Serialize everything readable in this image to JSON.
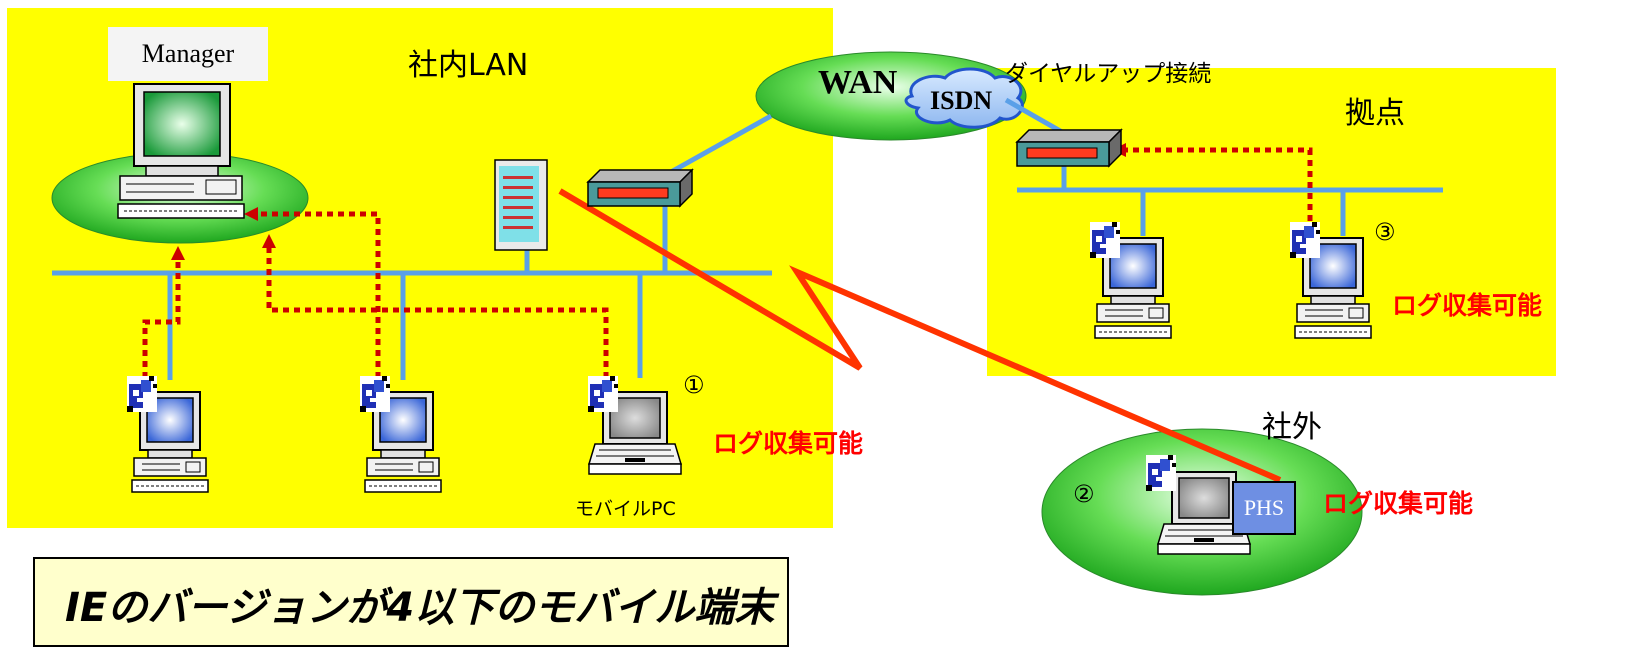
{
  "labels": {
    "lan": "社内LAN",
    "manager": "Manager",
    "wan": "WAN",
    "isdn": "ISDN",
    "dialup": "ダイヤルアップ接続",
    "base": "拠点",
    "outside": "社外",
    "log_collectable": "ログ収集可能",
    "mobile_pc": "モバイルPC",
    "num1": "①",
    "num2": "②",
    "num3": "③",
    "phs": "PHS"
  },
  "note": {
    "text": "IEのバージョンが4以下のモバイル端末"
  },
  "colors": {
    "zone_fill": "#ffff00",
    "cloud_green": "#33cc33",
    "network_line": "#5aa0e8",
    "log_path": "#cc0000",
    "remote_link": "#ff3300",
    "note_fill": "#ffffcc"
  },
  "icons": [
    "desktop-pc-icon",
    "laptop-icon",
    "server-tower-icon",
    "router-icon",
    "agent-icon",
    "isdn-cloud-icon"
  ]
}
